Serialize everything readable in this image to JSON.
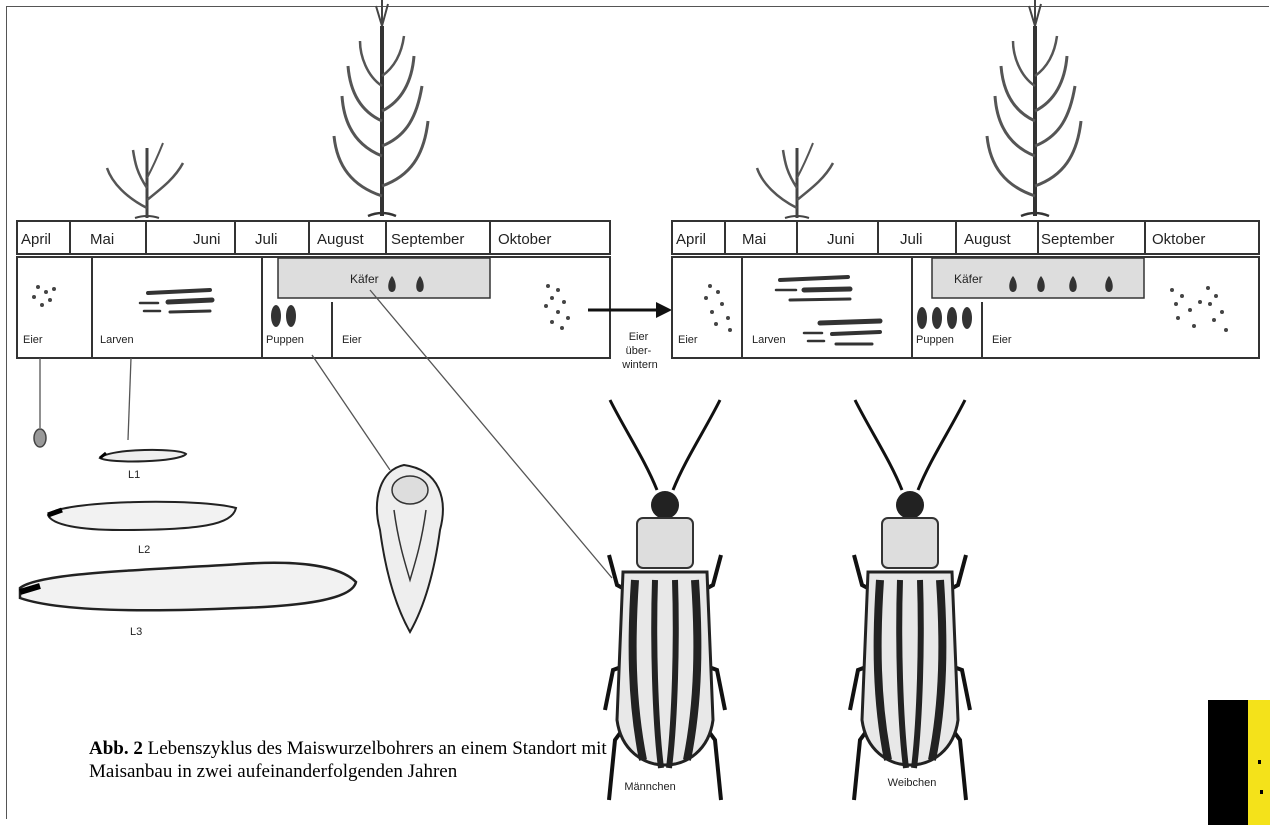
{
  "timeline1": {
    "months": [
      "April",
      "Mai",
      "Juni",
      "Juli",
      "August",
      "September",
      "Oktober"
    ],
    "stages": {
      "eggs": "Eier",
      "larvae": "Larven",
      "pupae": "Puppen",
      "eggs_late": "Eier",
      "beetles": "Käfer"
    }
  },
  "timeline2": {
    "months": [
      "April",
      "Mai",
      "Juni",
      "Juli",
      "August",
      "September",
      "Oktober"
    ],
    "stages": {
      "eggs": "Eier",
      "larvae": "Larven",
      "pupae": "Puppen",
      "eggs_late": "Eier",
      "beetles": "Käfer"
    }
  },
  "overwinter_label": [
    "Eier",
    "über-",
    "wintern"
  ],
  "larval_stages": [
    "L1",
    "L2",
    "L3"
  ],
  "beetle_labels": {
    "male": "Männchen",
    "female": "Weibchen"
  },
  "caption": {
    "prefix": "Abb. 2",
    "text": "Lebenszyklus des Maiswurzelbohrers an einem Standort mit Maisanbau in zwei aufeinanderfolgenden Jahren"
  }
}
